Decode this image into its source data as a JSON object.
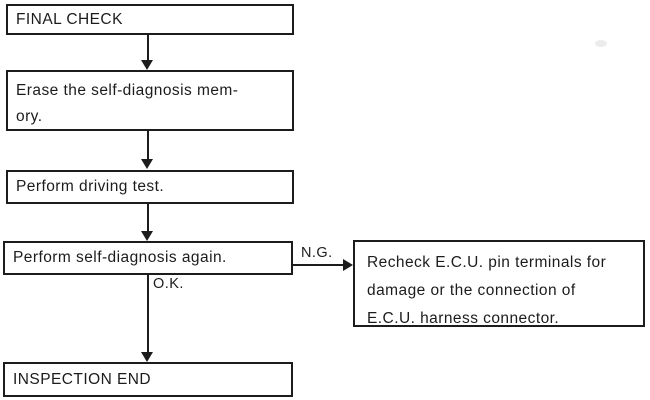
{
  "flowchart": {
    "colors": {
      "background": "#ffffff",
      "line": "#1c1c1c",
      "text": "#1c1c1c"
    },
    "nodes": {
      "final_check": {
        "label": "FINAL CHECK"
      },
      "erase_memory": {
        "lines": [
          "Erase the self-diagnosis mem-",
          "ory."
        ]
      },
      "driving_test": {
        "label": "Perform driving test."
      },
      "self_diagnosis_again": {
        "label": "Perform self-diagnosis again."
      },
      "inspection_end": {
        "label": "INSPECTION END"
      },
      "recheck_ecu": {
        "lines": [
          "Recheck E.C.U. pin terminals for",
          "damage or the connection of",
          "E.C.U. harness connector."
        ]
      }
    },
    "edge_labels": {
      "ng": "N.G.",
      "ok": "O.K."
    }
  }
}
